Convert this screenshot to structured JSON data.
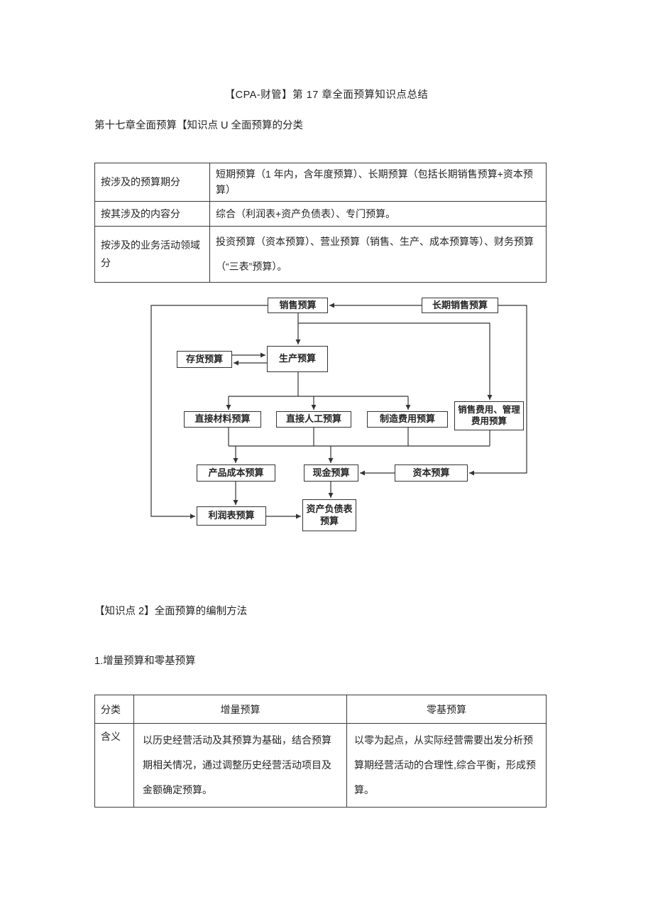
{
  "page": {
    "title": "【CPA-财管】第 17 章全面预算知识点总结",
    "section1_heading": "第十七章全面预算【知识点 U 全面预算的分类",
    "section2_heading": "【知识点 2】全面预算的编制方法",
    "section2_sub": "1.增量预算和零基预算"
  },
  "classification_table": {
    "rows": [
      {
        "label": "按涉及的预算期分",
        "content": "短期预算（1 年内，含年度预算）、长期预算（包括长期销售预算+资本预算）"
      },
      {
        "label": "按其涉及的内容分",
        "content": "综合（利润表+资产负债表）、专门预算。"
      },
      {
        "label": "按涉及的业务活动领域分",
        "content": "投资预算（资本预算）、营业预算（销售、生产、成本预算等）、财务预算（“三表”预算）。"
      }
    ]
  },
  "flowchart": {
    "boxes": [
      {
        "id": "sales-budget",
        "label": "销售预算"
      },
      {
        "id": "long-term-sales-budget",
        "label": "长期销售预算"
      },
      {
        "id": "inventory-budget",
        "label": "存货预算"
      },
      {
        "id": "production-budget",
        "label": "生产预算"
      },
      {
        "id": "direct-materials-budget",
        "label": "直接材料预算"
      },
      {
        "id": "direct-labor-budget",
        "label": "直接人工预算"
      },
      {
        "id": "manufacturing-overhead-budget",
        "label": "制造费用预算"
      },
      {
        "id": "selling-admin-expense-budget",
        "label": "销售费用、管理费用预算"
      },
      {
        "id": "product-cost-budget",
        "label": "产品成本预算"
      },
      {
        "id": "cash-budget",
        "label": "现金预算"
      },
      {
        "id": "capital-budget",
        "label": "资本预算"
      },
      {
        "id": "income-statement-budget",
        "label": "利润表预算"
      },
      {
        "id": "balance-sheet-budget",
        "label": "资产负债表预算"
      }
    ]
  },
  "method_table": {
    "headers": [
      "分类",
      "增量预算",
      "零基预算"
    ],
    "rows": [
      {
        "label": "含义",
        "incremental": "以历史经营活动及其预算为基础，结合预算期相关情况，通过调整历史经营活动项目及金额确定预算。",
        "zero_based": "以零为起点，从实际经营需要出发分析预算期经营活动的合理性,综合平衡，形成预算。"
      }
    ]
  }
}
